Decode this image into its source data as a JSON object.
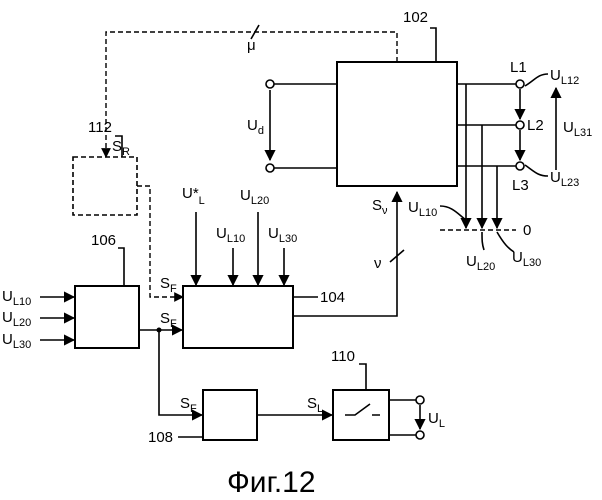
{
  "caption": "Фиг.12",
  "blocks": {
    "b102": "102",
    "b104": "104",
    "b106": "106",
    "b108": "108",
    "b110": "110",
    "b112": "112"
  },
  "labels": {
    "mu": "μ",
    "nu": "ν",
    "ud": "U",
    "ud_sub": "d",
    "sr": "S",
    "sr_sub": "R",
    "sf": "S",
    "sf_sub": "F",
    "sv": "S",
    "sv_sub": "ν",
    "sl": "S",
    "sl_sub": "L",
    "ustar": "U*",
    "ustar_sub": "L",
    "ul": "U",
    "ul_sub": "L",
    "l1": "L1",
    "l2": "L2",
    "l3": "L3",
    "u": "U",
    "l10": "L10",
    "l20": "L20",
    "l30": "L30",
    "l12": "L12",
    "l23": "L23",
    "l31": "L31",
    "zero": "0"
  }
}
